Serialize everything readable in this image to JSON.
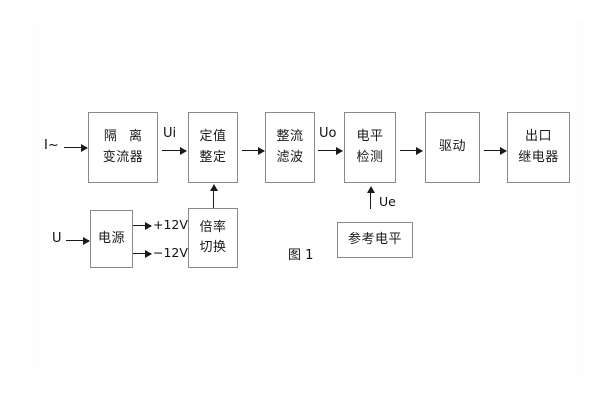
{
  "figure": {
    "caption": "图 1",
    "frame_color": "#fcfcfc",
    "line_color": "#1a1a1a",
    "box_border_color": "#8a8a8a",
    "background": "#ffffff"
  },
  "inputs": {
    "current_input": "I~",
    "voltage_input": "U"
  },
  "signals": {
    "ui": "Ui",
    "uo": "Uo",
    "ue": "Ue",
    "supply_positive": "+12V",
    "supply_negative": "−12V"
  },
  "blocks": {
    "isolation_transformer": {
      "line1": "隔 离",
      "line2": "变流器"
    },
    "setting_value": {
      "line1": "定值",
      "line2": "整定"
    },
    "rectify_filter": {
      "line1": "整流",
      "line2": "滤波"
    },
    "level_detect": {
      "line1": "电平",
      "line2": "检测"
    },
    "driver": {
      "line1": "驱动"
    },
    "output_relay": {
      "line1": "出口",
      "line2": "继电器"
    },
    "power_supply": {
      "line1": "电源"
    },
    "multiplier_switch": {
      "line1": "倍率",
      "line2": "切换"
    },
    "reference_level": {
      "line1": "参考电平"
    }
  }
}
